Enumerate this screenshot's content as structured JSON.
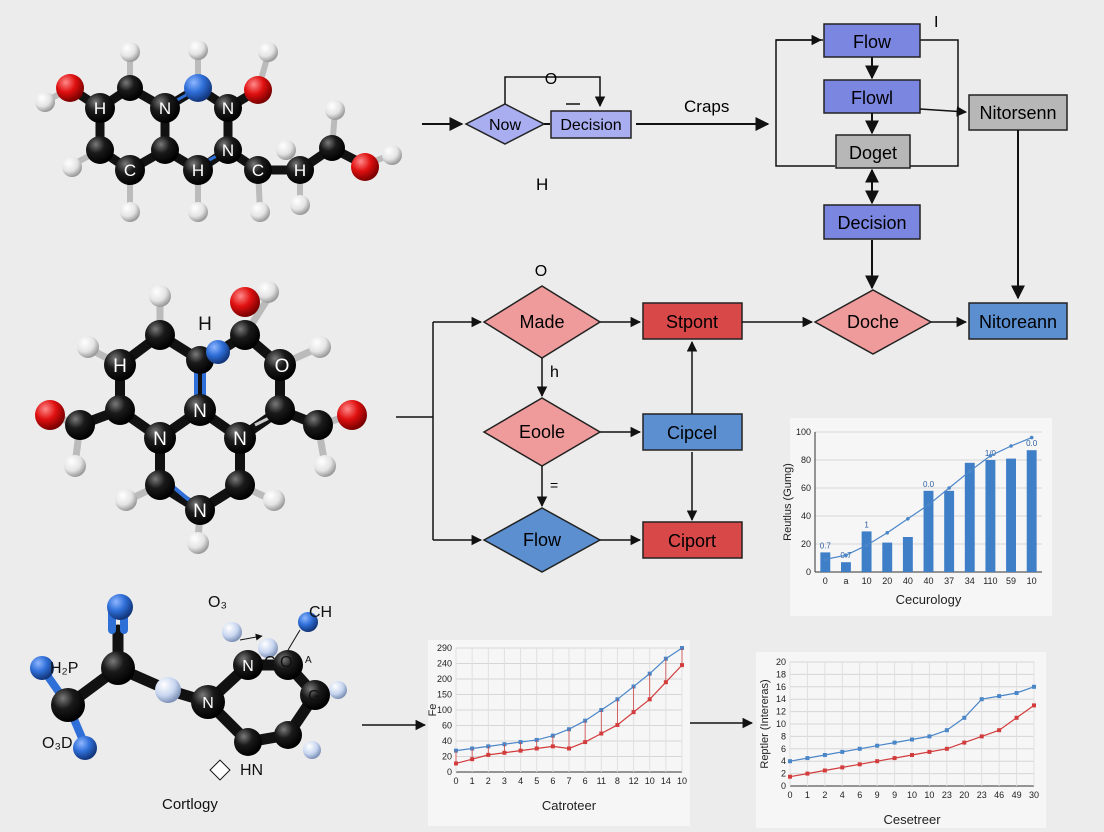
{
  "colors": {
    "background": "#ececec",
    "node_blue_light": "#a8aef0",
    "node_blue_dark": "#7b86e0",
    "node_blue": "#5b8fd0",
    "node_red": "#d84848",
    "node_pink": "#ef9b9b",
    "node_gray": "#b7b7b7",
    "bar_blue": "#3f7fc8",
    "line_blue": "#4a86c8",
    "line_red": "#d23c3c",
    "atom_carbon": "#111111",
    "atom_hydrogen": "#f2f2f2",
    "atom_nitrogen": "#2f6fd8",
    "atom_oxygen": "#e01010"
  },
  "molecule_top": {
    "labels": {
      "h1": "H",
      "n1": "N",
      "n2": "N",
      "n3": "N",
      "c1": "C",
      "h2": "H",
      "c2": "C",
      "h3": "H"
    }
  },
  "molecule_middle": {
    "labels": {
      "h_top": "H",
      "o_right": "O",
      "h_left": "H",
      "n_center": "N",
      "n_left": "N",
      "n_right": "N",
      "n_bottom": "N"
    }
  },
  "molecule_bottom": {
    "labels": {
      "h2p": "H₂P",
      "o3d": "O₃D",
      "o3": "O₃",
      "ch": "CH",
      "n_main": "N",
      "n_ring": "N",
      "c_o": "C O",
      "o_sup": "A",
      "g": "G",
      "hn": "HN"
    },
    "caption": "Cortlogy"
  },
  "flow_small": {
    "loop_label": "O",
    "node_now": "Now",
    "node_decision": "Decision",
    "edge_label": "Craps",
    "free_label": "H"
  },
  "flow_right": {
    "cursor": "I",
    "node_flow": "Flow",
    "node_flowl": "Flowl",
    "node_doget": "Doget",
    "node_decision": "Decision",
    "node_nitorsenn": "Nitorsenn"
  },
  "flow_main": {
    "top_label": "O",
    "node_made": "Made",
    "node_stpont": "Stpont",
    "node_doche": "Doche",
    "node_nitoreann": "Nitoreann",
    "edge_h": "h",
    "node_eoole": "Eoole",
    "node_cipcel": "Cipcel",
    "edge_eq": "=",
    "node_flow": "Flow",
    "node_ciport": "Ciport"
  },
  "chart_data": [
    {
      "type": "bar",
      "ylabel": "Reutlus (Gumg)",
      "xlabel": "Cecurology",
      "ylim": [
        0,
        100
      ],
      "y_ticks": [
        "0",
        "20",
        "40",
        "60",
        "80",
        "100"
      ],
      "categories": [
        "0",
        "a",
        "10",
        "20",
        "40",
        "40",
        "37",
        "34",
        "110",
        "59",
        "10"
      ],
      "values": [
        14,
        7,
        29,
        21,
        25,
        58,
        58,
        78,
        80,
        81,
        87
      ],
      "trend": [
        9,
        12,
        19,
        28,
        38,
        48,
        60,
        72,
        83,
        90,
        96
      ],
      "data_labels": [
        "0.7",
        "0.7",
        "1",
        "",
        "",
        "0.0",
        "",
        "",
        "1/0",
        "",
        "0.0"
      ]
    },
    {
      "type": "line",
      "ylabel": "Fe",
      "xlabel": "Catroteer",
      "ylim": [
        0,
        290
      ],
      "y_ticks": [
        "0",
        "20",
        "40",
        "60",
        "100",
        "150",
        "200",
        "240",
        "290"
      ],
      "x_ticks": [
        "0",
        "1",
        "2",
        "3",
        "4",
        "5",
        "6",
        "7",
        "6",
        "11",
        "8",
        "12",
        "10",
        "14",
        "10"
      ],
      "series": [
        {
          "color": "blue",
          "values": [
            50,
            55,
            60,
            65,
            70,
            75,
            85,
            100,
            120,
            145,
            170,
            200,
            230,
            265,
            290
          ]
        },
        {
          "color": "red",
          "values": [
            20,
            30,
            40,
            45,
            50,
            55,
            60,
            55,
            70,
            90,
            110,
            140,
            170,
            210,
            250
          ]
        }
      ]
    },
    {
      "type": "line",
      "ylabel": "Reptler (Intereras)",
      "xlabel": "Cesetreer",
      "ylim": [
        0,
        20
      ],
      "y_ticks": [
        "0",
        "2",
        "4",
        "6",
        "8",
        "10",
        "12",
        "14",
        "16",
        "18",
        "20"
      ],
      "x_ticks": [
        "0",
        "1",
        "2",
        "4",
        "6",
        "9",
        "9",
        "10",
        "10",
        "23",
        "20",
        "23",
        "46",
        "49",
        "30"
      ],
      "series": [
        {
          "color": "blue",
          "values": [
            4,
            4.5,
            5,
            5.5,
            6,
            6.5,
            7,
            7.5,
            8,
            9,
            11,
            14,
            14.5,
            15,
            16
          ]
        },
        {
          "color": "red",
          "values": [
            1.5,
            2,
            2.5,
            3,
            3.5,
            4,
            4.5,
            5,
            5.5,
            6,
            7,
            8,
            9,
            11,
            13
          ]
        }
      ]
    }
  ]
}
